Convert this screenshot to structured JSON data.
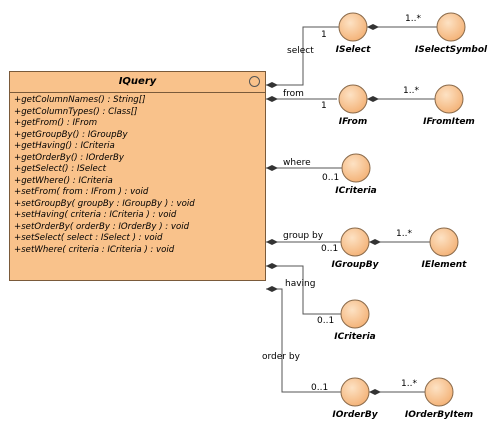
{
  "class": {
    "name": "IQuery",
    "methods": [
      "+getColumnNames() : String[]",
      "+getColumnTypes() : Class[]",
      "+getFrom() : IFrom",
      "+getGroupBy() : IGroupBy",
      "+getHaving() : ICriteria",
      "+getOrderBy() : IOrderBy",
      "+getSelect() : ISelect",
      "+getWhere() : ICriteria",
      "+setFrom( from : IFrom ) : void",
      "+setGroupBy( groupBy : IGroupBy ) : void",
      "+setHaving( criteria : ICriteria ) : void",
      "+setOrderBy( orderBy : IOrderBy ) : void",
      "+setSelect( select : ISelect ) : void",
      "+setWhere( criteria : ICriteria ) : void"
    ]
  },
  "interfaces": {
    "select": "ISelect",
    "select_symbol": "ISelectSymbol",
    "from": "IFrom",
    "from_item": "IFromItem",
    "where_criteria": "ICriteria",
    "group_by": "IGroupBy",
    "element": "IElement",
    "having_criteria": "ICriteria",
    "order_by": "IOrderBy",
    "order_by_item": "IOrderByItem"
  },
  "associations": {
    "select": "select",
    "from": "from",
    "where": "where",
    "group_by": "group by",
    "having": "having",
    "order_by": "order by"
  },
  "multiplicities": {
    "one": "1",
    "many": "1..*",
    "optional": "0..1"
  },
  "colors": {
    "class_fill": "#f9c28b",
    "interface_fill": "#f9c28b",
    "line": "#555555"
  }
}
